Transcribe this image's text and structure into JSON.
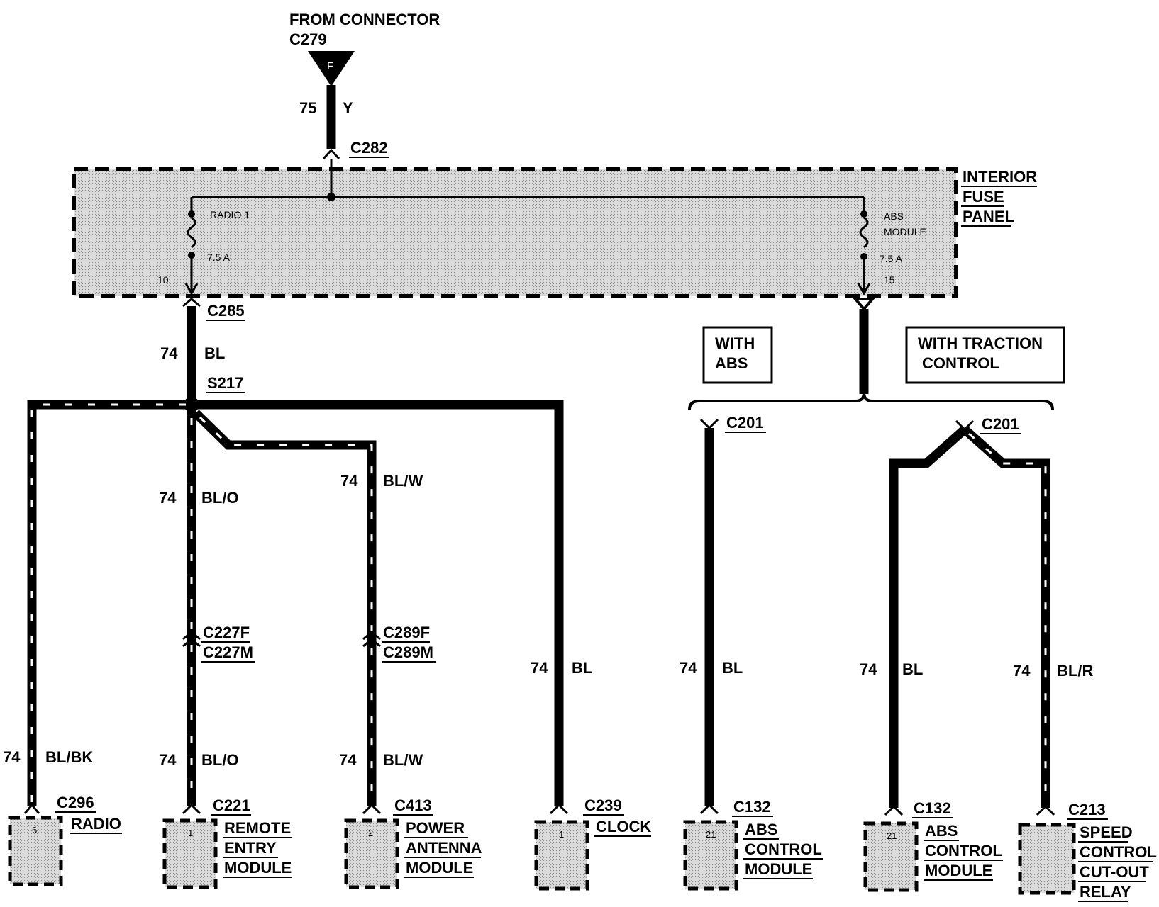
{
  "source": {
    "heading": "FROM CONNECTOR",
    "connector": "C279",
    "terminal": "F",
    "circuit": "75",
    "color": "Y"
  },
  "fuse_panel": {
    "connector_in": "C282",
    "title_lines": [
      "INTERIOR",
      "FUSE",
      "PANEL"
    ],
    "fuses": [
      {
        "name_lines": [
          "RADIO 1"
        ],
        "rating": "7.5 A",
        "number": "10",
        "out_connector": "C285"
      },
      {
        "name_lines": [
          "ABS",
          "MODULE"
        ],
        "rating": "7.5 A",
        "number": "15"
      }
    ]
  },
  "splice": {
    "name": "S217",
    "in_circuit": "74",
    "in_color": "BL"
  },
  "option_boxes": [
    {
      "lines": [
        "WITH",
        "ABS"
      ]
    },
    {
      "lines": [
        "WITH TRACTION",
        "CONTROL"
      ]
    }
  ],
  "branches": {
    "radio": {
      "circuit": "74",
      "color": "BL/BK",
      "connector": "C296",
      "pin": "6",
      "component_lines": [
        "RADIO"
      ]
    },
    "remote_entry": {
      "circuit_top": "74",
      "color_top": "BL/O",
      "inline_connectors": [
        "C227F",
        "C227M"
      ],
      "circuit": "74",
      "color": "BL/O",
      "connector": "C221",
      "pin": "1",
      "component_lines": [
        "REMOTE",
        "ENTRY",
        "MODULE"
      ]
    },
    "power_antenna": {
      "circuit_top": "74",
      "color_top": "BL/W",
      "inline_connectors": [
        "C289F",
        "C289M"
      ],
      "circuit": "74",
      "color": "BL/W",
      "connector": "C413",
      "pin": "2",
      "component_lines": [
        "POWER",
        "ANTENNA",
        "MODULE"
      ]
    },
    "clock": {
      "circuit": "74",
      "color": "BL",
      "connector": "C239",
      "pin": "1",
      "component_lines": [
        "CLOCK"
      ]
    },
    "abs_only": {
      "inline_connector": "C201",
      "circuit": "74",
      "color": "BL",
      "connector": "C132",
      "pin": "21",
      "component_lines": [
        "ABS",
        "CONTROL",
        "MODULE"
      ]
    },
    "traction_abs": {
      "inline_connector": "C201",
      "circuit": "74",
      "color": "BL",
      "connector": "C132",
      "pin": "21",
      "component_lines": [
        "ABS",
        "CONTROL",
        "MODULE"
      ]
    },
    "speed_control": {
      "circuit": "74",
      "color": "BL/R",
      "connector": "C213",
      "component_lines": [
        "SPEED",
        "CONTROL",
        "CUT-OUT",
        "RELAY"
      ]
    }
  }
}
